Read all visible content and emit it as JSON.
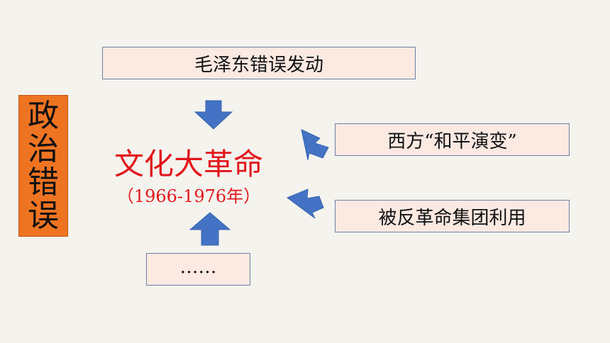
{
  "diagram": {
    "left_tag_chars": [
      "政",
      "治",
      "错",
      "误"
    ],
    "center_title": "文化大革命",
    "center_subtitle": "（1966-1976年）",
    "boxes": {
      "top": "毛泽东错误发动",
      "right_upper": "西方“和平演变”",
      "right_lower": "被反革命集团利用",
      "bottom": "……"
    },
    "colors": {
      "background": "#f4f3ee",
      "box_fill": "#fbe9e2",
      "box_border": "#6d7fa3",
      "left_tag_fill": "#ee7422",
      "title_red": "#e2171c",
      "arrow_blue": "#4472c4"
    }
  }
}
